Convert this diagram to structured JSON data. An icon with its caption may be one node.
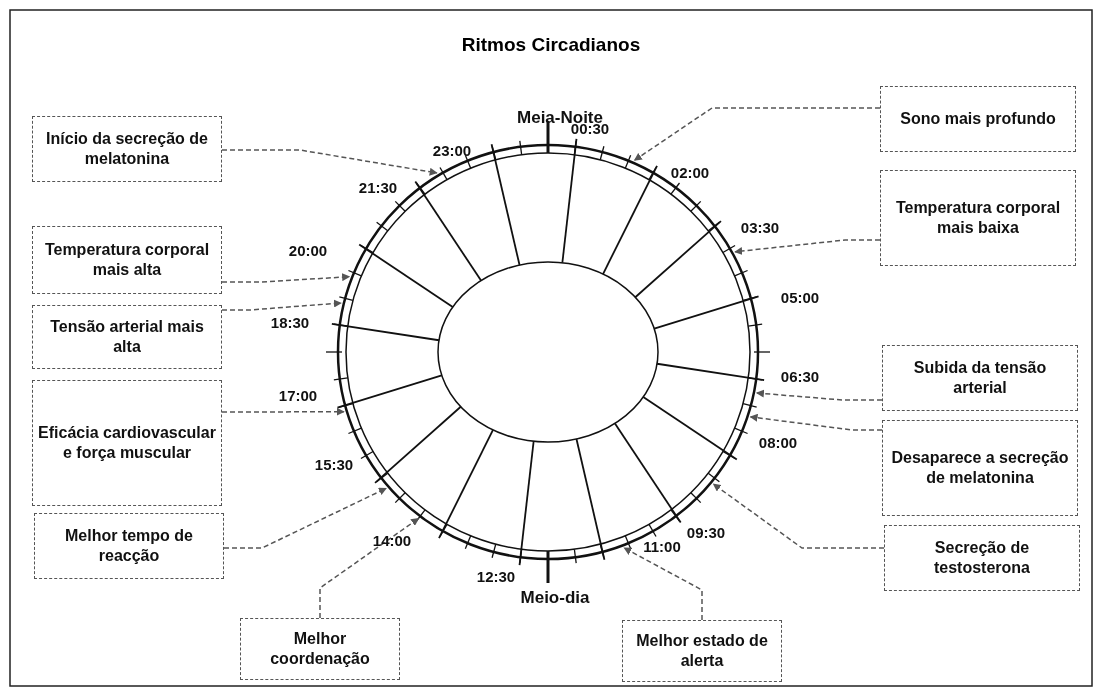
{
  "diagram": {
    "title": "Ritmos Circadianos",
    "nodes": [
      {
        "text": [
          "Início da secreção de melatonina"
        ]
      },
      {
        "text": [
          "Sono mais profundo"
        ]
      },
      {
        "text": [
          "Temperatura corporal mais baixa"
        ]
      },
      {
        "text": [
          "Temperatura corporal mais alta"
        ]
      },
      {
        "text": [
          "Tensão arterial mais alta"
        ]
      },
      {
        "text": [
          "Subida da tensão arterial"
        ]
      },
      {
        "text": [
          "Eficácia cardiovascular e força muscular"
        ]
      },
      {
        "text": [
          "Desaparece a secreção de melatonina"
        ]
      },
      {
        "text": [
          "Melhor tempo de reacção"
        ]
      },
      {
        "text": [
          "Secreção de testosterona"
        ]
      },
      {
        "text": [
          "Melhor coordenação"
        ]
      },
      {
        "text": [
          "Melhor estado de alerta"
        ]
      },
      {
        "text": [],
        "shape": "circle"
      }
    ],
    "edges": [
      {
        "from": 0,
        "to": 12,
        "arrow": "to",
        "style": "dashed"
      },
      {
        "from": 1,
        "to": 12,
        "arrow": "to",
        "style": "dashed"
      },
      {
        "from": 2,
        "to": 12,
        "arrow": "to",
        "style": "dashed"
      },
      {
        "from": 3,
        "to": 12,
        "arrow": "to",
        "style": "dashed"
      },
      {
        "from": 4,
        "to": 12,
        "arrow": "to",
        "style": "dashed"
      },
      {
        "from": 5,
        "to": 12,
        "arrow": "to",
        "style": "dashed"
      },
      {
        "from": 6,
        "to": 12,
        "arrow": "to",
        "style": "dashed"
      },
      {
        "from": 7,
        "to": 12,
        "arrow": "to",
        "style": "dashed"
      },
      {
        "from": 8,
        "to": 12,
        "arrow": "to",
        "style": "dashed"
      },
      {
        "from": 9,
        "to": 12,
        "arrow": "to",
        "style": "dashed"
      },
      {
        "from": 10,
        "to": 12,
        "arrow": "to",
        "style": "dashed"
      },
      {
        "from": 11,
        "to": 12,
        "arrow": "to",
        "style": "dashed"
      }
    ],
    "labels": [
      "Meia-Noite",
      "23:00",
      "00:30",
      "21:30",
      "02:00",
      "03:30",
      "20:00",
      "05:00",
      "18:30",
      "06:30",
      "17:00",
      "08:00",
      "15:30",
      "09:30",
      "14:00",
      "11:00",
      "12:30",
      "Meio-dia"
    ]
  }
}
